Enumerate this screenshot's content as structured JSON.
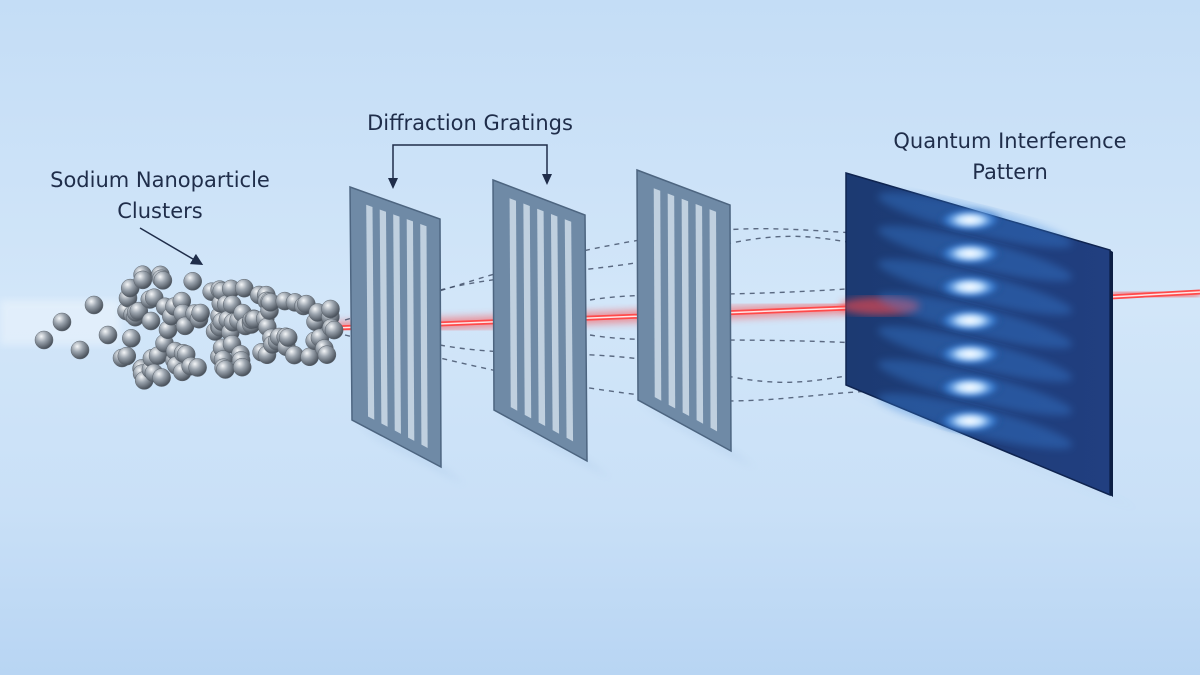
{
  "labels": {
    "clusters_line1": "Sodium Nanoparticle",
    "clusters_line2": "Clusters",
    "gratings": "Diffraction Gratings",
    "pattern_line1": "Quantum Interference",
    "pattern_line2": "Pattern"
  },
  "colors": {
    "beam": "#ff4a4a",
    "grating": "#6f8aa6",
    "screen": "#1b3a78",
    "fringe": "#e8f4ff",
    "label": "#1f2d4a"
  },
  "grating_count": 3,
  "fringe_count": 7
}
